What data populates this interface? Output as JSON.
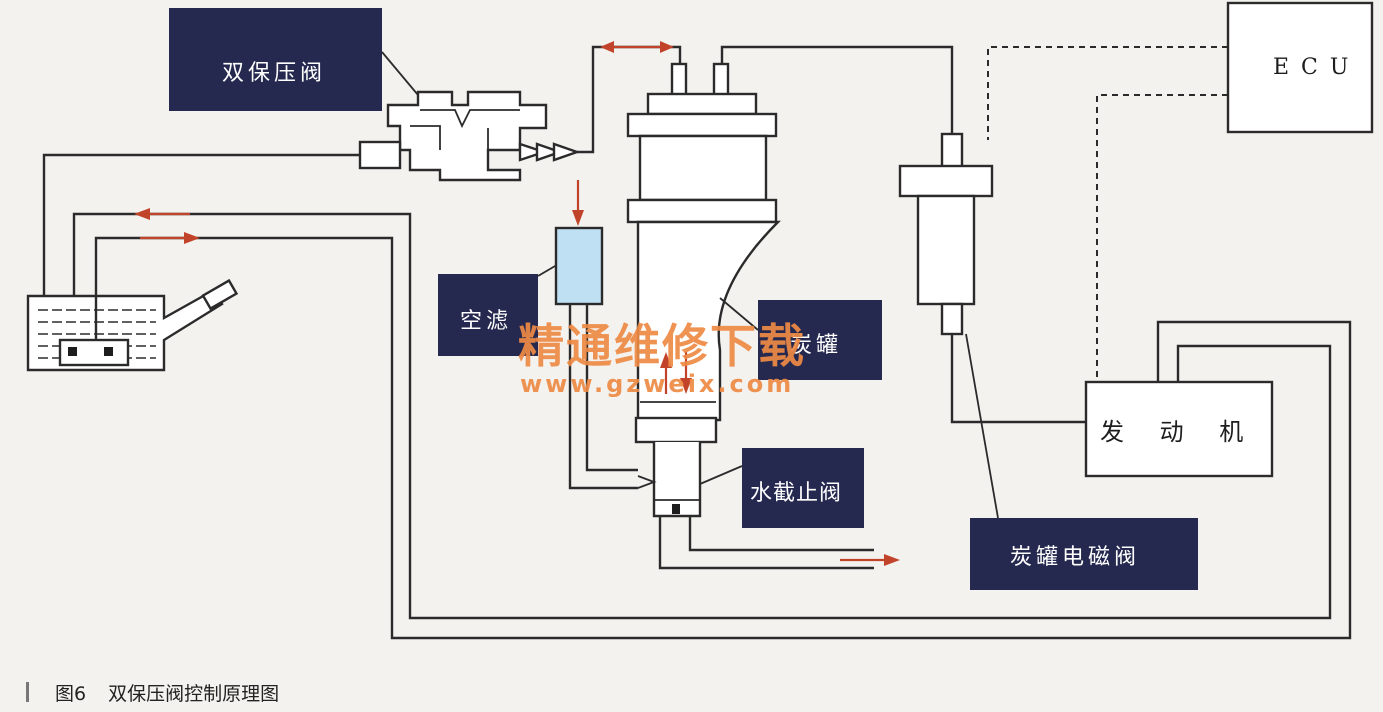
{
  "labels": {
    "dual_valve": "双保压阀",
    "ecu": "ECU",
    "air_filter": "空滤",
    "canister": "炭罐",
    "water_cutoff_valve": "水截止阀",
    "canister_solenoid": "炭罐电磁阀",
    "engine": "发 动 机"
  },
  "watermark": {
    "text": "精通维修下载",
    "url": "www.gzweix.com"
  },
  "caption": {
    "figure_number": "图6",
    "title": "双保压阀控制原理图"
  },
  "colors": {
    "label_box": "#26294f",
    "flow_arrow": "#c1442a",
    "filter_fill": "#bfe0f2",
    "watermark": "#ee8a45"
  }
}
